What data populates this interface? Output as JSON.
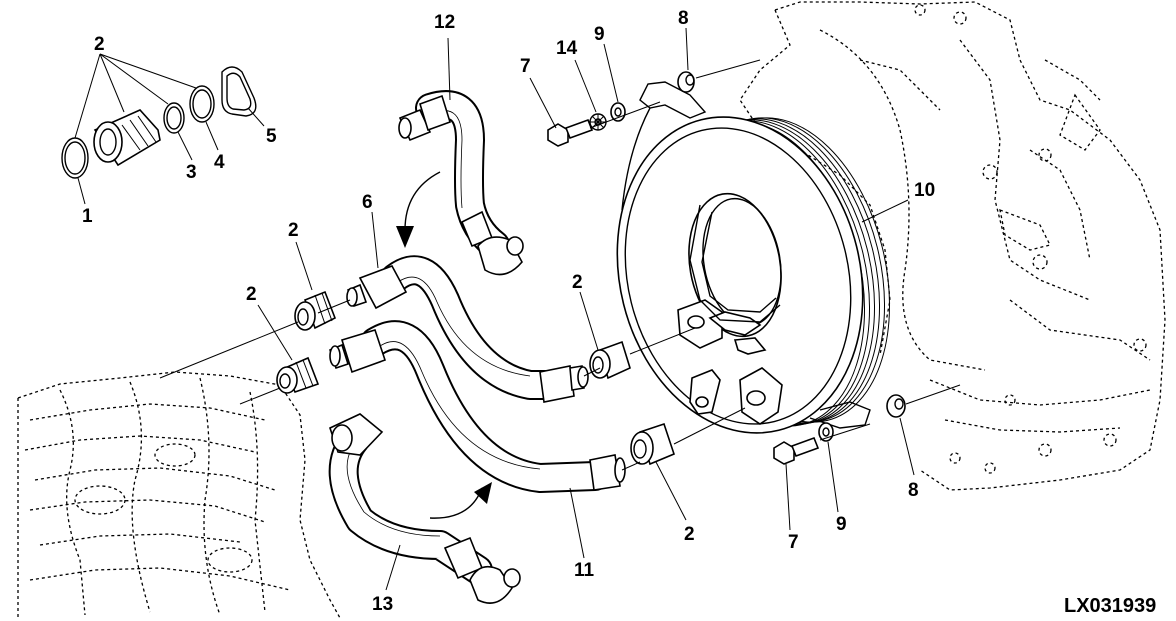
{
  "figure": {
    "reference_code": "LX031939",
    "callouts": [
      {
        "id": "c2-top",
        "text": "2"
      },
      {
        "id": "c1",
        "text": "1"
      },
      {
        "id": "c3",
        "text": "3"
      },
      {
        "id": "c4",
        "text": "4"
      },
      {
        "id": "c5",
        "text": "5"
      },
      {
        "id": "c12",
        "text": "12"
      },
      {
        "id": "c7-top",
        "text": "7"
      },
      {
        "id": "c14",
        "text": "14"
      },
      {
        "id": "c9-top",
        "text": "9"
      },
      {
        "id": "c8-top",
        "text": "8"
      },
      {
        "id": "c10",
        "text": "10"
      },
      {
        "id": "c6",
        "text": "6"
      },
      {
        "id": "c2-left-upper",
        "text": "2"
      },
      {
        "id": "c2-left-lower",
        "text": "2"
      },
      {
        "id": "c2-mid",
        "text": "2"
      },
      {
        "id": "c2-bottom",
        "text": "2"
      },
      {
        "id": "c8-bottom",
        "text": "8"
      },
      {
        "id": "c7-bottom",
        "text": "7"
      },
      {
        "id": "c9-bottom",
        "text": "9"
      },
      {
        "id": "c11",
        "text": "11"
      },
      {
        "id": "c13",
        "text": "13"
      }
    ]
  }
}
